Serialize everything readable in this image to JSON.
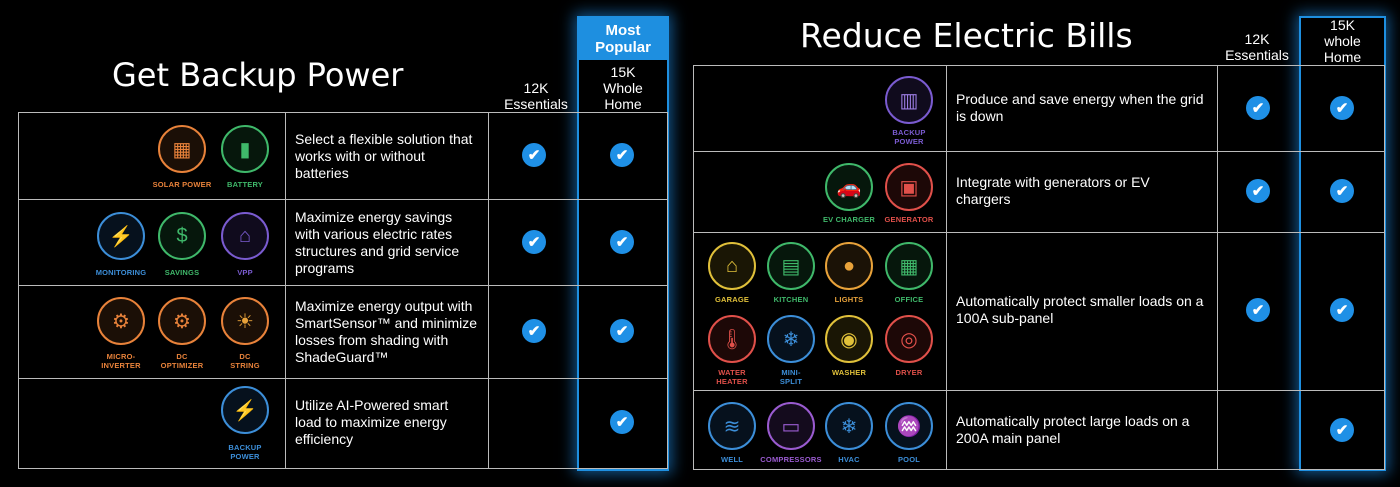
{
  "left": {
    "title": "Get Backup Power",
    "badge": "Most\nPopular",
    "col1": "12K\nEssentials",
    "col2": "15K\nWhole\nHome",
    "rows": [
      {
        "desc": "Select a flexible solution that works with or without batteries",
        "icons": [
          {
            "label": "SOLAR POWER",
            "color": "#e8823a",
            "icon": "solar-panel-icon"
          },
          {
            "label": "BATTERY",
            "color": "#3fb86a",
            "icon": "battery-icon"
          }
        ]
      },
      {
        "desc": "Maximize energy savings with various electric rates structures and grid service programs",
        "icons": [
          {
            "label": "MONITORING",
            "color": "#3c8ed8",
            "icon": "monitoring-icon"
          },
          {
            "label": "SAVINGS",
            "color": "#3fb86a",
            "icon": "savings-icon"
          },
          {
            "label": "VPP",
            "color": "#7a5bd0",
            "icon": "vpp-icon"
          }
        ]
      },
      {
        "desc": "Maximize energy output with SmartSensor™ and minimize losses from shading with ShadeGuard™",
        "icons": [
          {
            "label": "MICRO-\nINVERTER",
            "color": "#e8823a",
            "icon": "microinverter-icon"
          },
          {
            "label": "DC\nOPTIMIZER",
            "color": "#e8823a",
            "icon": "dc-optimizer-icon"
          },
          {
            "label": "DC\nSTRING",
            "color": "#e8823a",
            "icon": "dc-string-icon"
          }
        ]
      },
      {
        "desc": "Utilize AI-Powered smart load to maximize energy efficiency",
        "icons": [
          {
            "label": "BACKUP\nPOWER",
            "color": "#3c8ed8",
            "icon": "backup-power-icon"
          }
        ]
      }
    ]
  },
  "right": {
    "title": "Reduce Electric Bills",
    "col1": "12K\nEssentials",
    "col2": "15K\nwhole\nHome",
    "rows": [
      {
        "desc": "Produce and save energy when the grid is down",
        "icons": [
          {
            "label": "BACKUP\nPOWER",
            "color": "#7a5bd0",
            "icon": "backup-panel-icon"
          }
        ]
      },
      {
        "desc": "Integrate with generators or EV chargers",
        "icons": [
          {
            "label": "EV CHARGER",
            "color": "#3fb86a",
            "icon": "ev-charger-icon"
          },
          {
            "label": "GENERATOR",
            "color": "#e0504a",
            "icon": "generator-icon"
          }
        ]
      },
      {
        "desc": "Automatically protect smaller loads on a 100A sub-panel",
        "icons": [
          {
            "label": "GARAGE",
            "color": "#e0c03a",
            "icon": "garage-icon"
          },
          {
            "label": "KITCHEN",
            "color": "#3fb86a",
            "icon": "kitchen-icon"
          },
          {
            "label": "LIGHTS",
            "color": "#e8a23a",
            "icon": "lights-icon"
          },
          {
            "label": "OFFICE",
            "color": "#3fb86a",
            "icon": "office-icon"
          },
          {
            "label": "WATER\nHEATER",
            "color": "#e0504a",
            "icon": "water-heater-icon"
          },
          {
            "label": "MINI-\nSPLIT",
            "color": "#3c8ed8",
            "icon": "mini-split-icon"
          },
          {
            "label": "WASHER",
            "color": "#e0c03a",
            "icon": "washer-icon"
          },
          {
            "label": "DRYER",
            "color": "#e0504a",
            "icon": "dryer-icon"
          }
        ]
      },
      {
        "desc": "Automatically protect large loads on a 200A main panel",
        "icons": [
          {
            "label": "WELL",
            "color": "#3c8ed8",
            "icon": "well-icon"
          },
          {
            "label": "COMPRESSORS",
            "color": "#9a5bd0",
            "icon": "compressor-icon"
          },
          {
            "label": "HVAC",
            "color": "#3c8ed8",
            "icon": "hvac-icon"
          },
          {
            "label": "POOL",
            "color": "#3c8ed8",
            "icon": "pool-icon"
          }
        ]
      }
    ]
  },
  "check_symbol": "✔"
}
